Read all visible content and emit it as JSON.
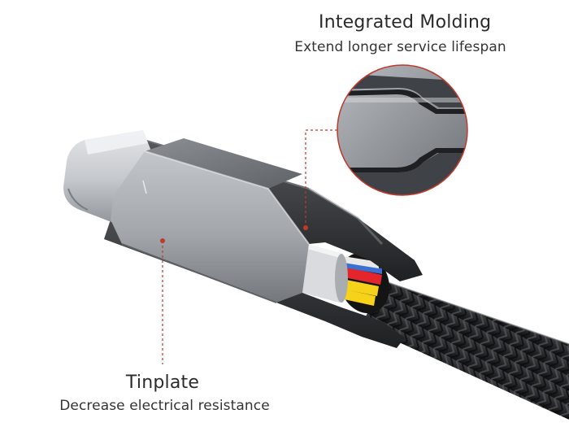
{
  "callouts": {
    "integrated_molding": {
      "title": "Integrated Molding",
      "subtitle": "Extend longer service lifespan"
    },
    "tinplate": {
      "title": "Tinplate",
      "subtitle": "Decrease electrical resistance"
    }
  },
  "colors": {
    "background": "#ffffff",
    "text": "#2b2b2b",
    "callout_line": "#c0392b",
    "aluminum_shell": "#9ea2a6",
    "connector_metal": "#c9ccd0",
    "braided_jacket": "#2a2a2a",
    "molding": "#3a3c3f",
    "wire_red": "#e3262b",
    "wire_yellow": "#f6d21a",
    "wire_blue": "#3b6fd1"
  },
  "icons": {
    "connector": "usb-c-connector-illustration",
    "zoom": "zoom-magnifier-circle"
  }
}
